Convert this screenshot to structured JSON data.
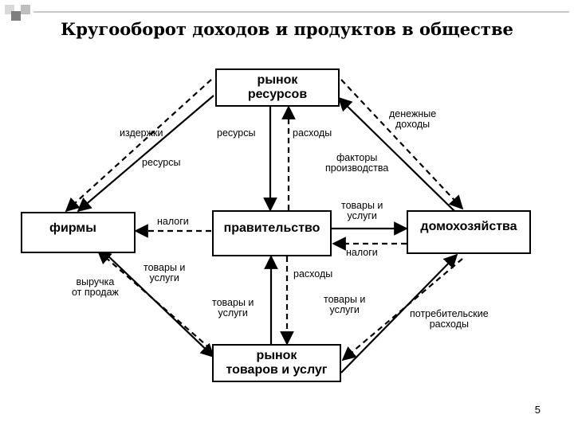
{
  "title": "Кругооборот доходов и продуктов в обществе",
  "nodes": {
    "resource_market": [
      "рынок",
      "ресурсов"
    ],
    "firms": "фирмы",
    "government": "правительство",
    "households": "домохозяйства",
    "goods_market": [
      "рынок",
      "товаров и услуг"
    ]
  },
  "flows": {
    "costs": "издержки",
    "resources_left": "ресурсы",
    "resources_center": "ресурсы",
    "expenses_top": "расходы",
    "money_income": [
      "денежные",
      "доходы"
    ],
    "factors": [
      "факторы",
      "производства"
    ],
    "taxes_left": "налоги",
    "goods_services_gov": [
      "товары и",
      "услуги"
    ],
    "taxes_right": "налоги",
    "goods_services_firms": [
      "товары и",
      "услуги"
    ],
    "sales_revenue": [
      "выручка",
      "от продаж"
    ],
    "expenses_bottom": "расходы",
    "goods_services_center": [
      "товары и",
      "услуги"
    ],
    "goods_services_right": [
      "товары и",
      "услуги"
    ],
    "consumer_spending": [
      "потребительские",
      "расходы"
    ]
  },
  "page_number": "5",
  "colors": {
    "decor_light": "#d9d9d9",
    "decor_dark": "#7f7f7f",
    "line": "#000000"
  }
}
